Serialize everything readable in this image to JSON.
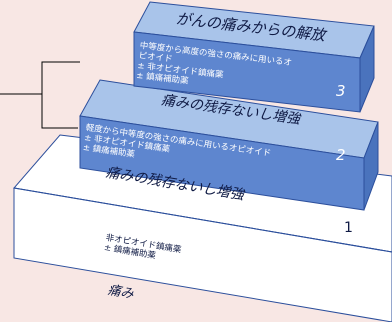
{
  "diagram": {
    "colors": {
      "background": "#f8e7e4",
      "white_face": "#ffffff",
      "blue_face": "#a9c4ea",
      "front_blue": "#5e86cf",
      "outline": "#2c4f9c",
      "text_dark": "#0f1a44"
    },
    "tiers": [
      {
        "level": "3",
        "top_label": "がんの痛みからの解放",
        "description_lines": [
          "中等度から高度の強さの痛みに用いるオ",
          "ピオイド",
          "± 非オピオイド鎮痛薬",
          "± 鎮痛補助薬"
        ]
      },
      {
        "level": "2",
        "top_label": "痛みの残存ないし増強",
        "description_lines": [
          "軽度から中等度の強さの痛みに用いるオピオイド",
          "± 非オピオイド鎮痛薬",
          "± 鎮痛補助薬"
        ]
      },
      {
        "level": "1",
        "top_label": "痛みの残存ないし増強",
        "description_lines": [
          "非オピオイド鎮痛薬",
          "± 鎮痛補助薬"
        ]
      }
    ],
    "base_label": "痛み"
  }
}
